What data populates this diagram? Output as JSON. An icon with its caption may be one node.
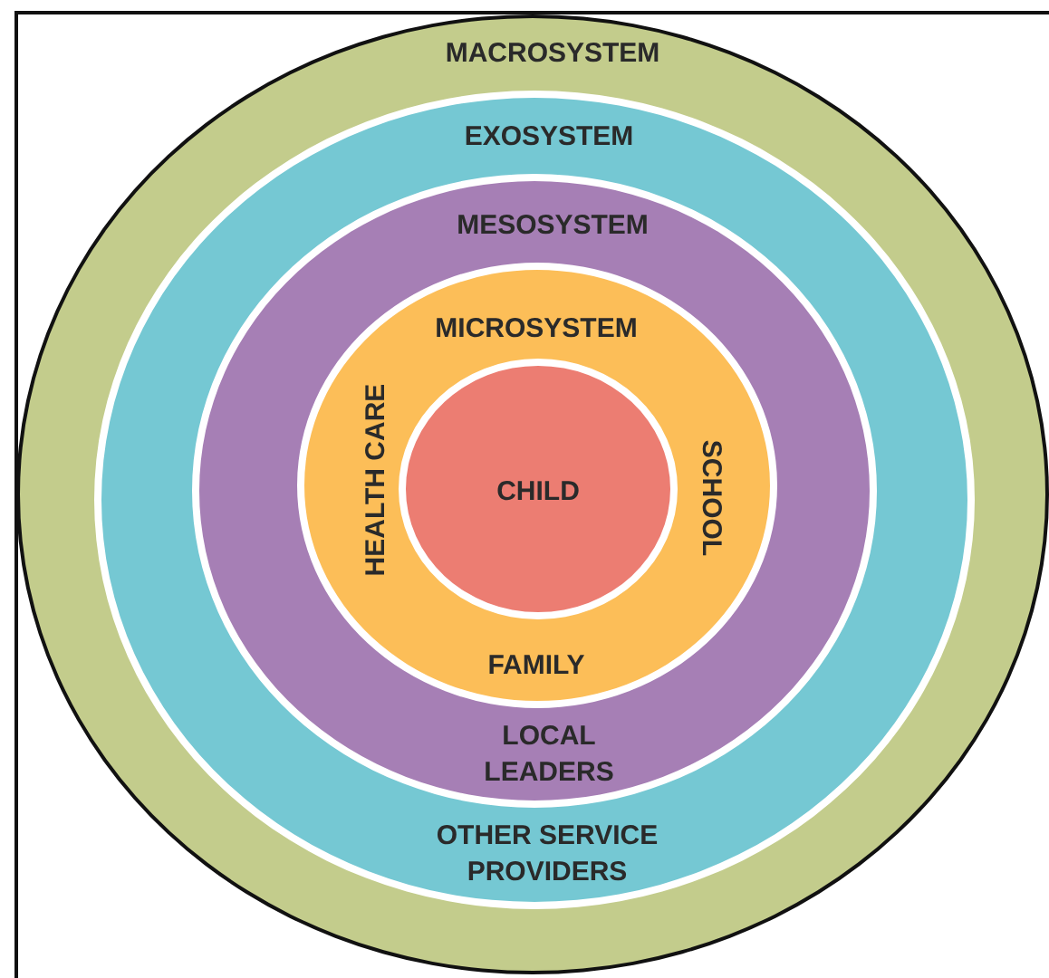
{
  "diagram": {
    "nodes": [
      {
        "text": [
          "MACROSYSTEM"
        ]
      },
      {
        "text": [
          "EXOSYSTEM",
          "OTHER SERVICE PROVIDERS"
        ],
        "in": 0
      },
      {
        "text": [
          "MESOSYSTEM",
          "LOCAL LEADERS"
        ],
        "in": 1
      },
      {
        "text": [
          "MICROSYSTEM",
          "HEALTH CARE",
          "SCHOOL",
          "FAMILY"
        ],
        "in": 2
      },
      {
        "text": [
          "CHILD"
        ],
        "in": 3
      }
    ]
  }
}
